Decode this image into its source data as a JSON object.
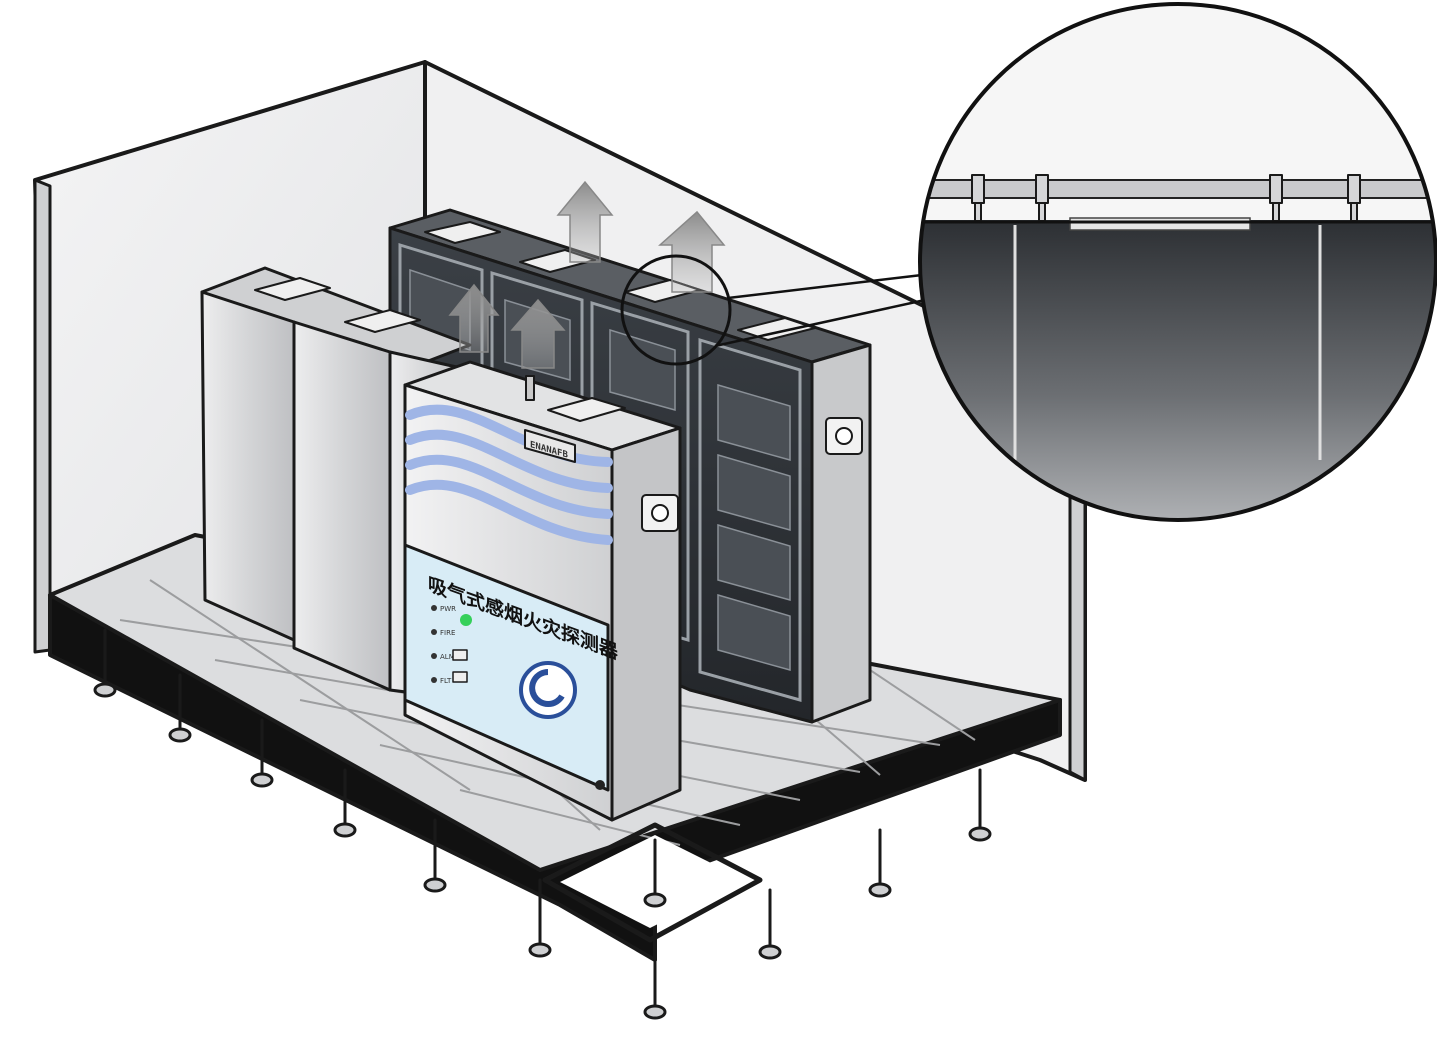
{
  "detector": {
    "panel_title": "吸气式感烟火灾探测器",
    "brand_plate": "ENANAFB",
    "status_lights": [
      "PWR",
      "FIRE",
      "ALM",
      "FLT"
    ]
  },
  "colors": {
    "wall": "#e9eaeb",
    "floor_tile": "#dcdddf",
    "rack_dark": "#2f3338",
    "cabinet_light": "#d9dadc",
    "wave_blue": "#9fb5e6",
    "panel_cyan": "#d8ecf6",
    "airflow_arrow": "#9a9a9a",
    "led_green": "#35d05a",
    "logo_blue": "#2a4f9a"
  },
  "icons": [
    "airflow-arrow-icon",
    "sampling-pipe-icon",
    "detector-logo-icon",
    "status-led-icon",
    "magnifier-callout-icon"
  ]
}
